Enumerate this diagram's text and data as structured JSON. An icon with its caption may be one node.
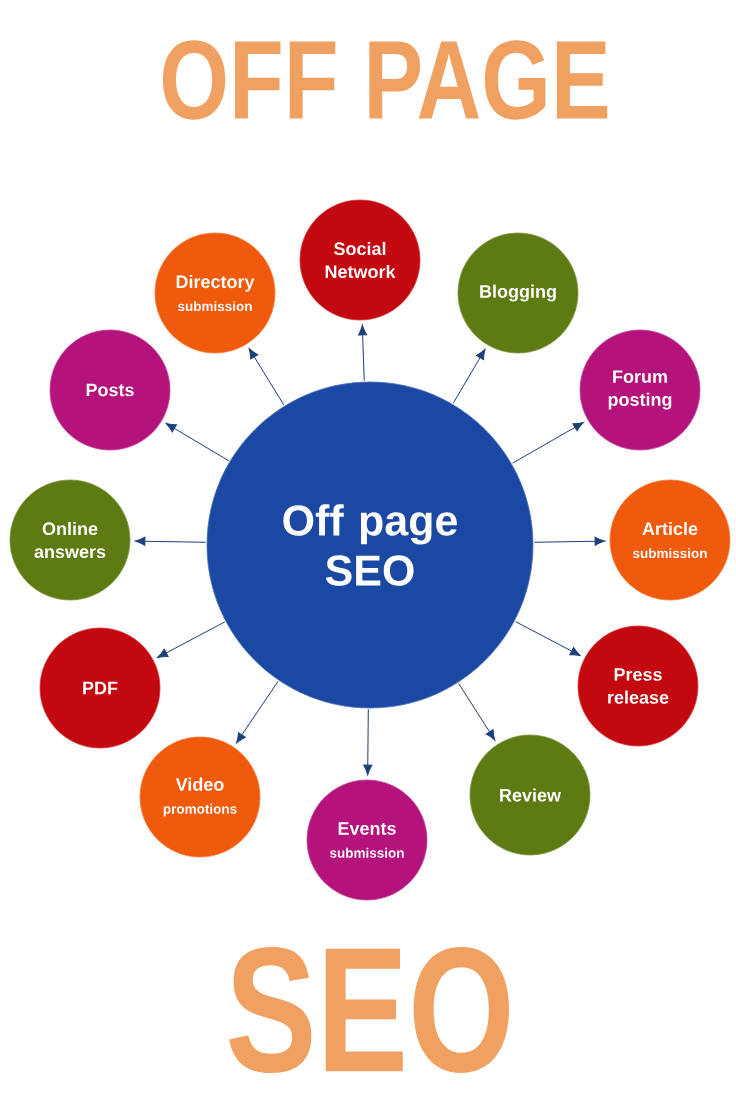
{
  "diagram": {
    "title": "OFF PAGE",
    "caption": "SEO",
    "nodes": [
      {
        "text": [
          "Off page SEO"
        ]
      },
      {
        "text": [
          "Social Network"
        ]
      },
      {
        "text": [
          "Blogging"
        ]
      },
      {
        "text": [
          "Forum posting"
        ]
      },
      {
        "text": [
          "Article",
          "submission"
        ]
      },
      {
        "text": [
          "Press release"
        ]
      },
      {
        "text": [
          "Review"
        ]
      },
      {
        "text": [
          "Events",
          "submission"
        ]
      },
      {
        "text": [
          "Video",
          "promotions"
        ]
      },
      {
        "text": [
          "PDF"
        ]
      },
      {
        "text": [
          "Online answers"
        ]
      },
      {
        "text": [
          "Posts"
        ]
      },
      {
        "text": [
          "Directory",
          "submission"
        ]
      }
    ],
    "edges": [
      {
        "from": 0,
        "to": 1,
        "arrow": "to"
      },
      {
        "from": 0,
        "to": 2,
        "arrow": "to"
      },
      {
        "from": 0,
        "to": 3,
        "arrow": "to"
      },
      {
        "from": 0,
        "to": 4,
        "arrow": "to"
      },
      {
        "from": 0,
        "to": 5,
        "arrow": "to"
      },
      {
        "from": 0,
        "to": 6,
        "arrow": "to"
      },
      {
        "from": 0,
        "to": 7,
        "arrow": "to"
      },
      {
        "from": 0,
        "to": 8,
        "arrow": "to"
      },
      {
        "from": 0,
        "to": 9,
        "arrow": "to"
      },
      {
        "from": 0,
        "to": 10,
        "arrow": "to"
      },
      {
        "from": 0,
        "to": 11,
        "arrow": "to"
      },
      {
        "from": 0,
        "to": 12,
        "arrow": "to"
      }
    ]
  }
}
